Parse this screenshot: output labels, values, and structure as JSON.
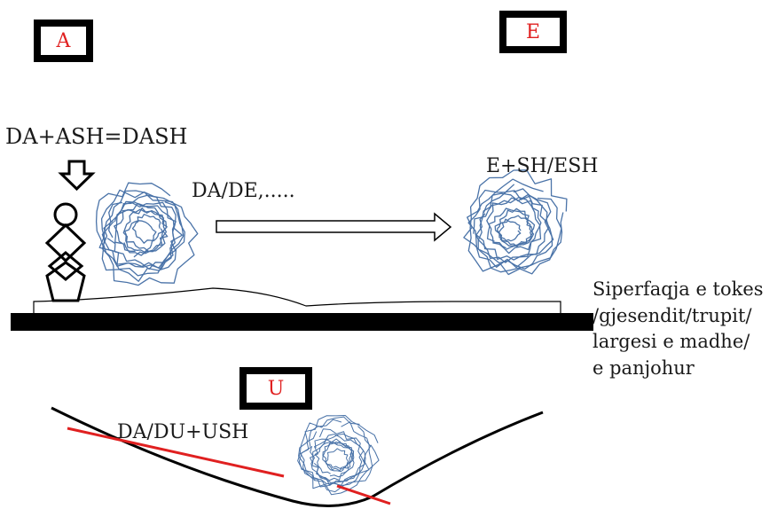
{
  "boxes": {
    "a": {
      "letter": "A",
      "color": "#e02020"
    },
    "e": {
      "letter": "E",
      "color": "#e02020"
    },
    "u": {
      "letter": "U",
      "color": "#e02020"
    }
  },
  "texts": {
    "dash_formula": "DA+ASH=DASH",
    "da_de": "DA/DE,.....",
    "esh_formula": "E+SH/ESH",
    "dush_formula": "DA/DU+USH"
  },
  "surface_label": {
    "lines": [
      "Siperfaqja e tokes",
      "/gjesendit/trupit/",
      "largesi e madhe/",
      "e panjohur"
    ]
  },
  "colors": {
    "ink": "#000000",
    "scribble": "#4a73a8",
    "red_line": "#e02020"
  }
}
